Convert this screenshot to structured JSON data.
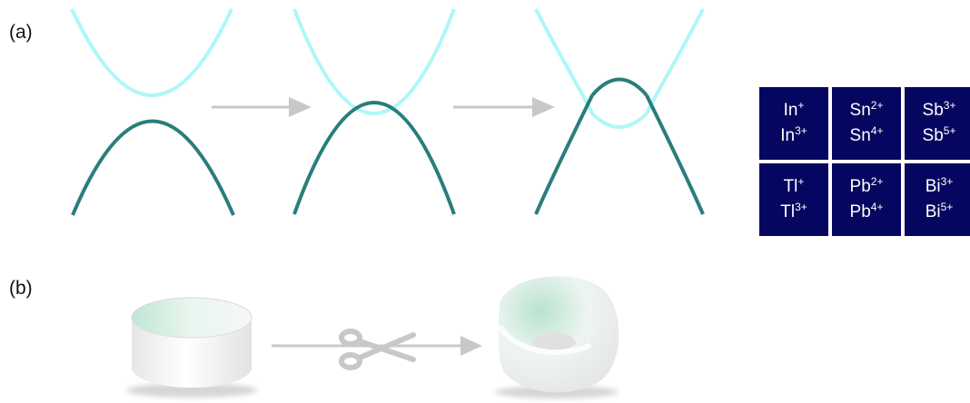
{
  "labels": {
    "a": "(a)",
    "b": "(b)"
  },
  "colors": {
    "upper_band": "#aef7f7",
    "lower_band": "#2a7d7b",
    "arrow": "#c8c8c8",
    "cell_bg": "#05065f"
  },
  "element_grid": [
    {
      "line1": {
        "el": "In",
        "ch": "+"
      },
      "line2": {
        "el": "In",
        "ch": "3+"
      }
    },
    {
      "line1": {
        "el": "Sn",
        "ch": "2+"
      },
      "line2": {
        "el": "Sn",
        "ch": "4+"
      }
    },
    {
      "line1": {
        "el": "Sb",
        "ch": "3+"
      },
      "line2": {
        "el": "Sb",
        "ch": "5+"
      }
    },
    {
      "line1": {
        "el": "Tl",
        "ch": "+"
      },
      "line2": {
        "el": "Tl",
        "ch": "3+"
      }
    },
    {
      "line1": {
        "el": "Pb",
        "ch": "2+"
      },
      "line2": {
        "el": "Pb",
        "ch": "4+"
      }
    },
    {
      "line1": {
        "el": "Bi",
        "ch": "3+"
      },
      "line2": {
        "el": "Bi",
        "ch": "5+"
      }
    }
  ],
  "icons": {
    "cut": "scissors-icon",
    "ring": "cylindrical-band-icon",
    "mobius": "mobius-strip-icon"
  }
}
